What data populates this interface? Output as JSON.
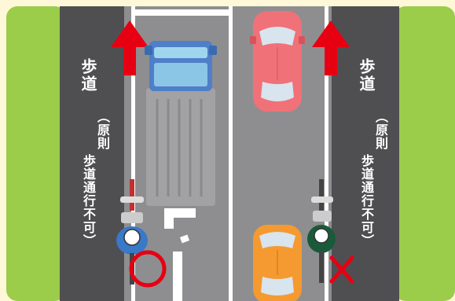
{
  "left_sidewalk": {
    "title": "歩道",
    "note_line1": "（原則",
    "note_line2": "歩道通行不可）"
  },
  "right_sidewalk": {
    "title": "歩道",
    "note_line1": "（原則",
    "note_line2": "歩道通行不可）"
  },
  "colors": {
    "background": "#fff8d8",
    "grass": "#9bcc4a",
    "sidewalk": "#4f4f52",
    "road": "#8e8e90",
    "arrow": "#e60012",
    "correct_mark": "#e60012",
    "wrong_mark": "#e60012",
    "truck": "#4f7fc8",
    "red_car": "#f07178",
    "orange_car": "#f59a30",
    "cyclist_correct_shirt": "#3a78c8",
    "cyclist_wrong_shirt": "#1a5a3a"
  },
  "icons": {
    "correct_mark": "circle-ok-icon",
    "wrong_mark": "cross-ng-icon",
    "direction": "arrow-up-icon"
  }
}
